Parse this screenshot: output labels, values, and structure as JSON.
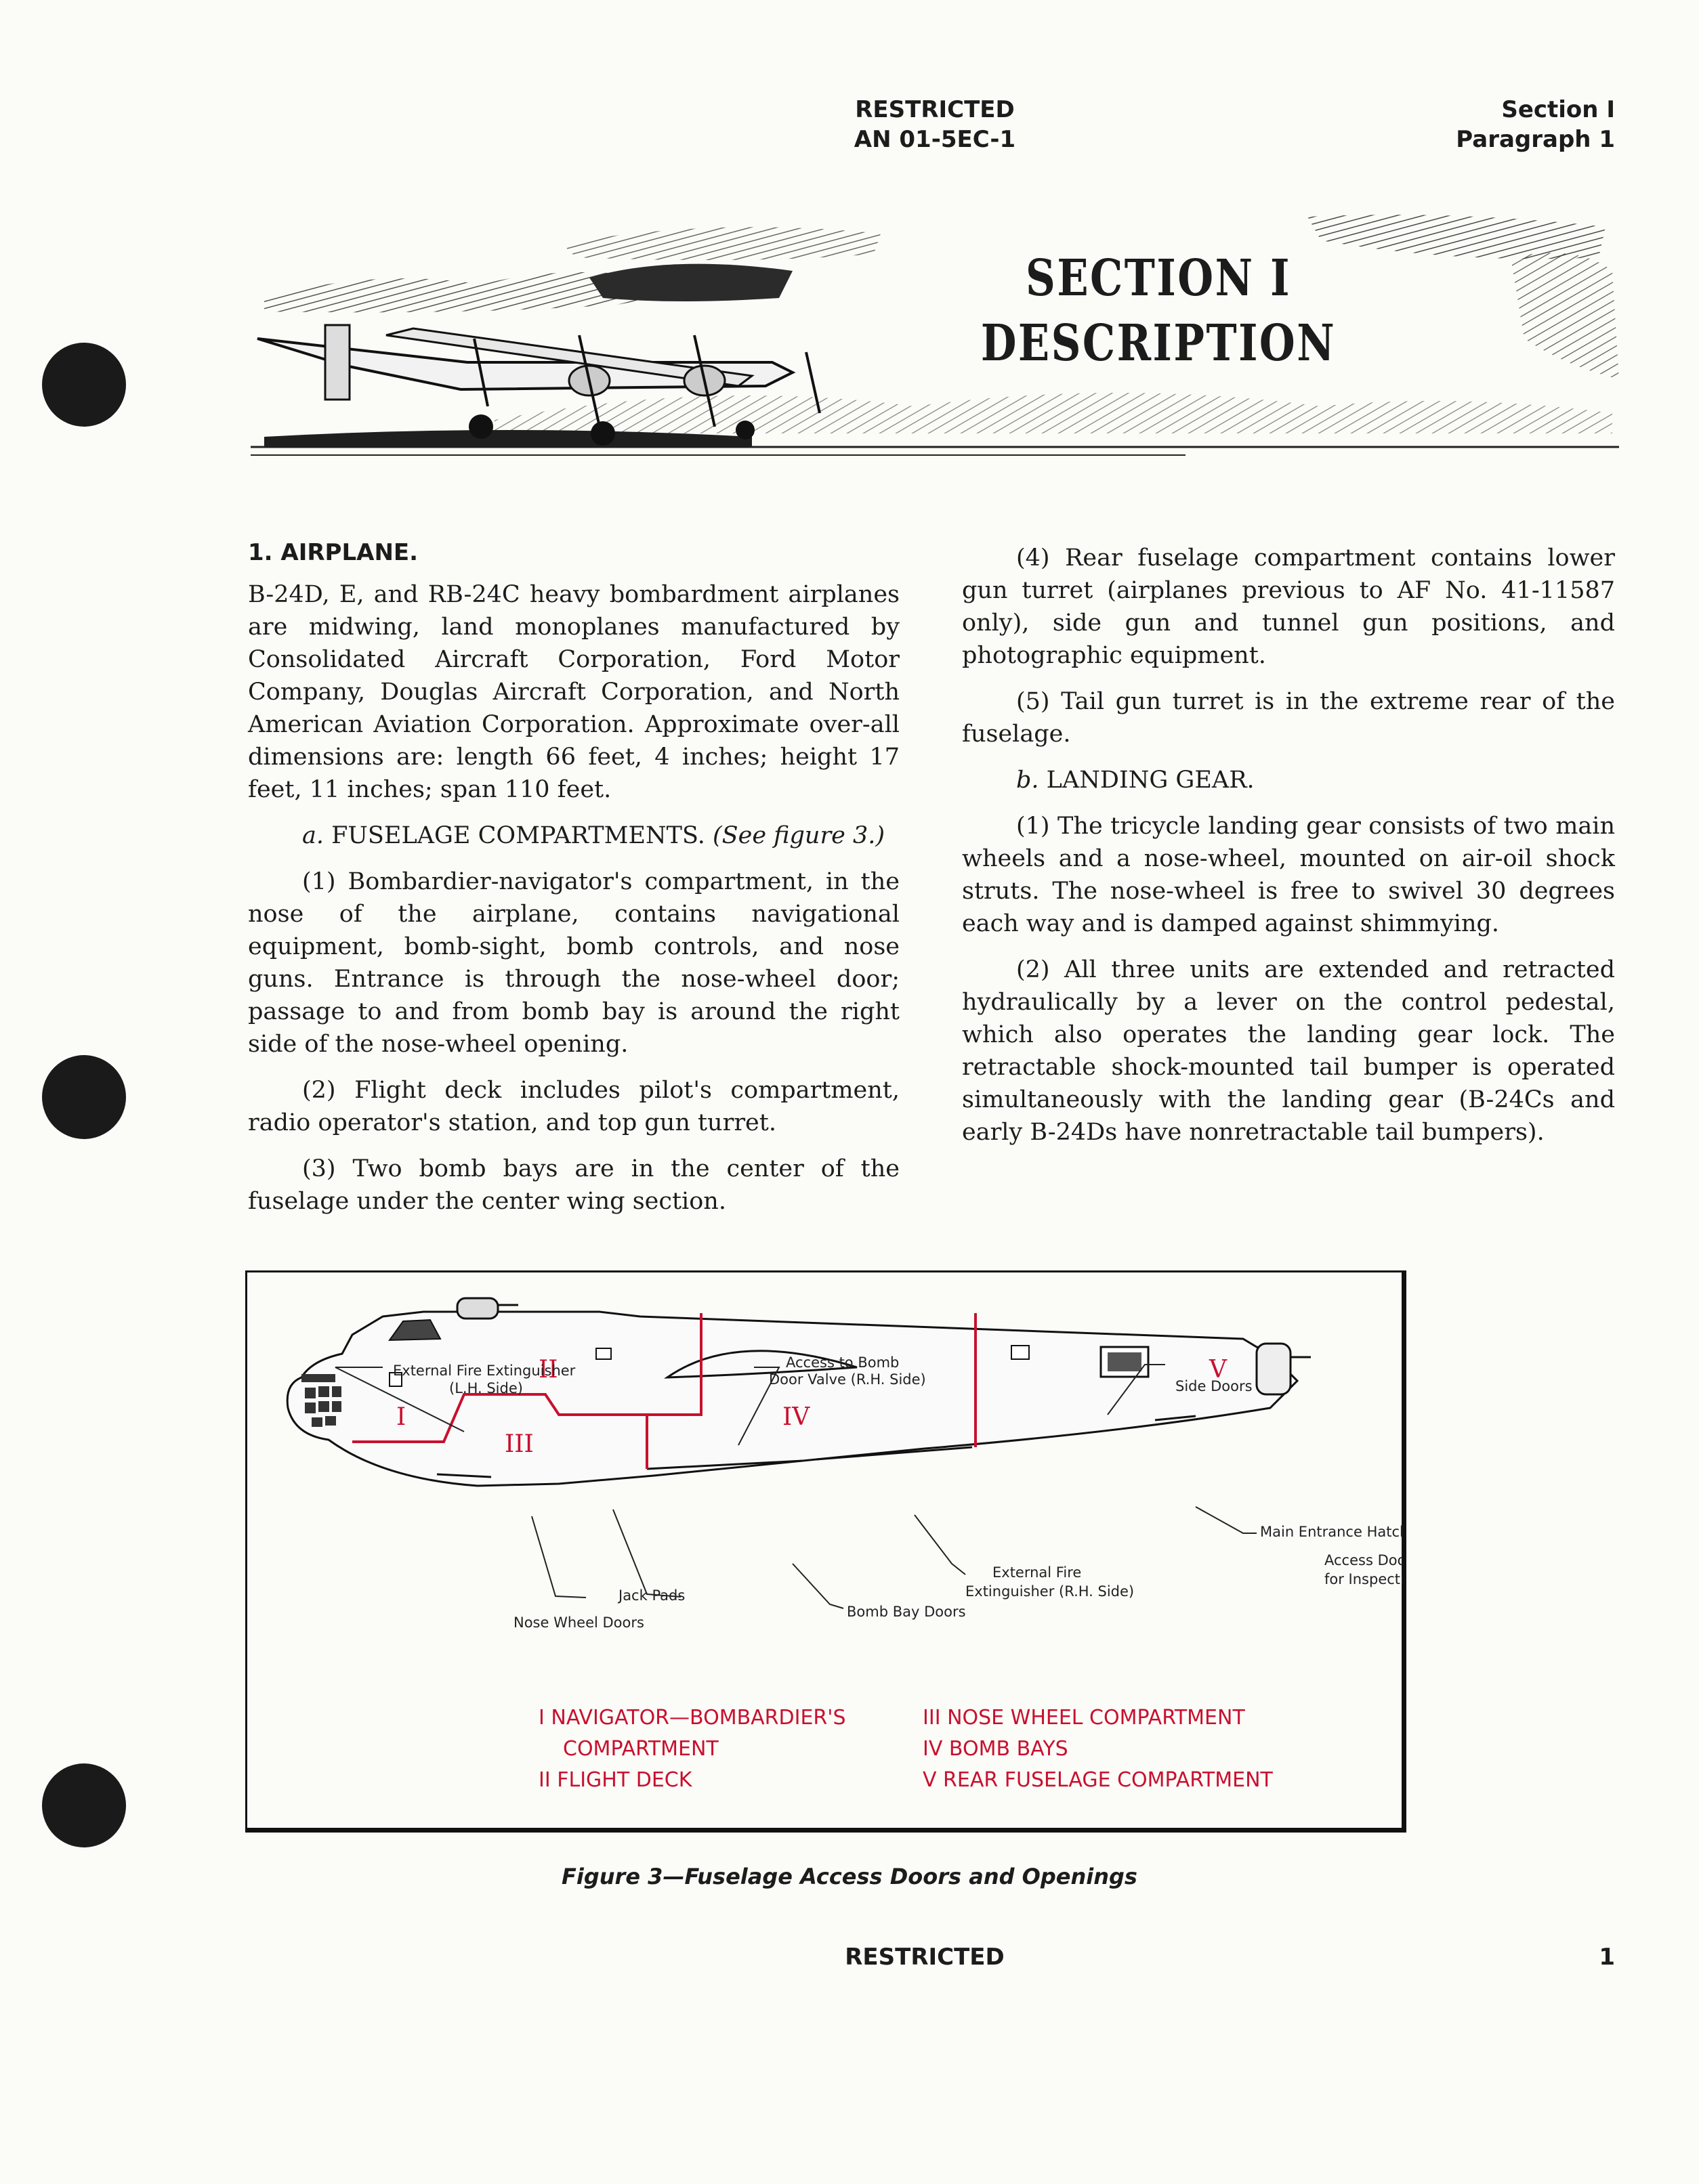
{
  "header": {
    "center_line1": "RESTRICTED",
    "center_line2": "AN 01-5EC-1",
    "right_line1": "Section I",
    "right_line2": "Paragraph 1"
  },
  "banner": {
    "title_line1": "SECTION I",
    "title_line2": "DESCRIPTION"
  },
  "left_column": {
    "heading": "1.  AIRPLANE.",
    "intro": "B-24D, E, and RB-24C heavy bombardment airplanes are midwing, land monoplanes manufactured by Consolidated Aircraft Corporation, Ford Motor Company, Douglas Aircraft Corporation, and North American Aviation Corporation. Approximate over-all dimensions are: length 66 feet, 4 inches; height 17 feet, 11 inches; span 110 feet.",
    "sub_a_letter": "a.",
    "sub_a_title": "FUSELAGE COMPARTMENTS.",
    "sub_a_ref": "(See figure 3.)",
    "p1": "(1) Bombardier-navigator's compartment, in the nose of the airplane, contains navigational equipment, bomb-sight, bomb controls, and nose guns. Entrance is through the nose-wheel door; passage to and from bomb bay is around the right side of the nose-wheel opening.",
    "p2": "(2) Flight deck includes pilot's compartment, radio operator's station, and top gun turret.",
    "p3": "(3) Two bomb bays are in the center of the fuselage under the center wing section."
  },
  "right_column": {
    "p4": "(4) Rear fuselage compartment contains lower gun turret (airplanes previous to AF No. 41-11587 only), side gun and tunnel gun positions, and photographic equipment.",
    "p5": "(5) Tail gun turret is in the extreme rear of the fuselage.",
    "sub_b_letter": "b.",
    "sub_b_title": "LANDING GEAR.",
    "pb1": "(1) The tricycle landing gear consists of two main wheels and a nose-wheel, mounted on air-oil shock struts. The nose-wheel is free to swivel 30 degrees each way and is damped against shimmying.",
    "pb2": "(2) All three units are extended and retracted hydraulically by a lever on the control pedestal, which also operates the landing gear lock. The retractable shock-mounted tail bumper is operated simultaneously with the landing gear (B-24Cs and early B-24Ds have nonretractable tail bumpers)."
  },
  "figure": {
    "labels": {
      "ext_fire_lh_1": "External  Fire  Extinguisher",
      "ext_fire_lh_2": "(L.H. Side)",
      "access_bomb_1": "Access  to  Bomb",
      "access_bomb_2": "Door  Valve  (R.H. Side)",
      "side_doors": "Side  Doors",
      "main_entrance": "Main  Entrance  Hatch",
      "access_door_1": "Access  Door",
      "access_door_2": "for  Inspection",
      "ext_fire_rh_1": "External   Fire",
      "ext_fire_rh_2": "Extinguisher  (R.H. Side)",
      "jack_pads": "Jack  Pads",
      "nose_wheel_doors": "Nose  Wheel  Doors",
      "bomb_bay_doors": "Bomb  Bay  Doors"
    },
    "zones": {
      "z1": "I",
      "z2": "II",
      "z3": "III",
      "z4": "IV",
      "z5": "V"
    },
    "legend": {
      "l1a": "I  NAVIGATOR—BOMBARDIER'S",
      "l1b": "COMPARTMENT",
      "l2": "II  FLIGHT  DECK",
      "l3": "III  NOSE  WHEEL  COMPARTMENT",
      "l4": "IV  BOMB  BAYS",
      "l5": "V  REAR  FUSELAGE  COMPARTMENT"
    },
    "caption": "Figure 3—Fuselage Access Doors and Openings"
  },
  "footer": {
    "center": "RESTRICTED",
    "page_number": "1"
  },
  "colors": {
    "accent_red": "#c8102e",
    "ink": "#1c1c1c"
  }
}
